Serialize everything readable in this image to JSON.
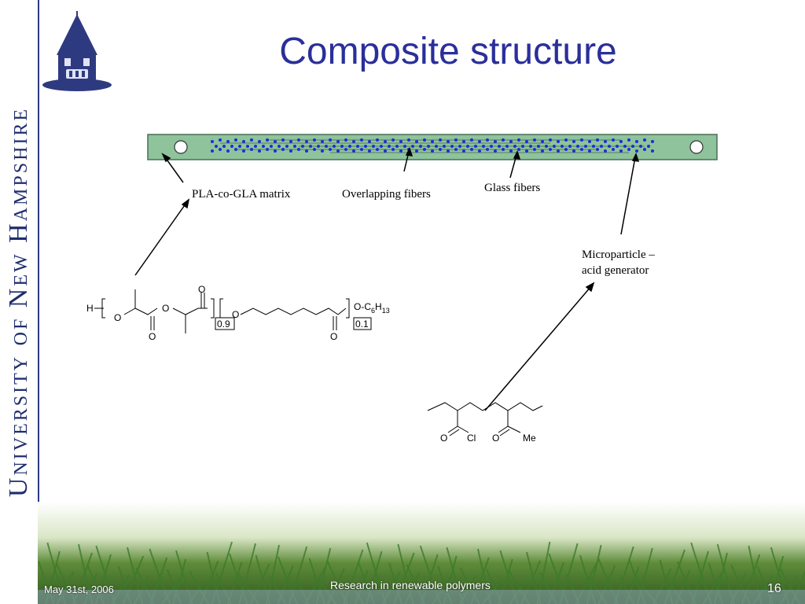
{
  "sidebar": {
    "university_name": "University of New Hampshire"
  },
  "slide": {
    "title": "Composite structure"
  },
  "labels": {
    "matrix": "PLA-co-GLA matrix",
    "overlapping": "Overlapping fibers",
    "glass": "Glass fibers",
    "microparticle_line1": "Microparticle –",
    "microparticle_line2": "acid generator"
  },
  "polymer": {
    "h": "H",
    "o_left": "O",
    "o_mid": "O",
    "o_top": "O",
    "o_bottom1": "O",
    "o_bottom2": "O",
    "o_right": "O",
    "end_group": "O-C",
    "sub_6": "6",
    "h13": "H",
    "sub_13": "13",
    "ratio1": "0.9",
    "ratio2": "0.1"
  },
  "acid_generator": {
    "o1": "O",
    "cl": "Cl",
    "o2": "O",
    "me": "Me"
  },
  "footer": {
    "date": "May 31st, 2006",
    "center": "Research in renewable polymers",
    "page": "16"
  }
}
